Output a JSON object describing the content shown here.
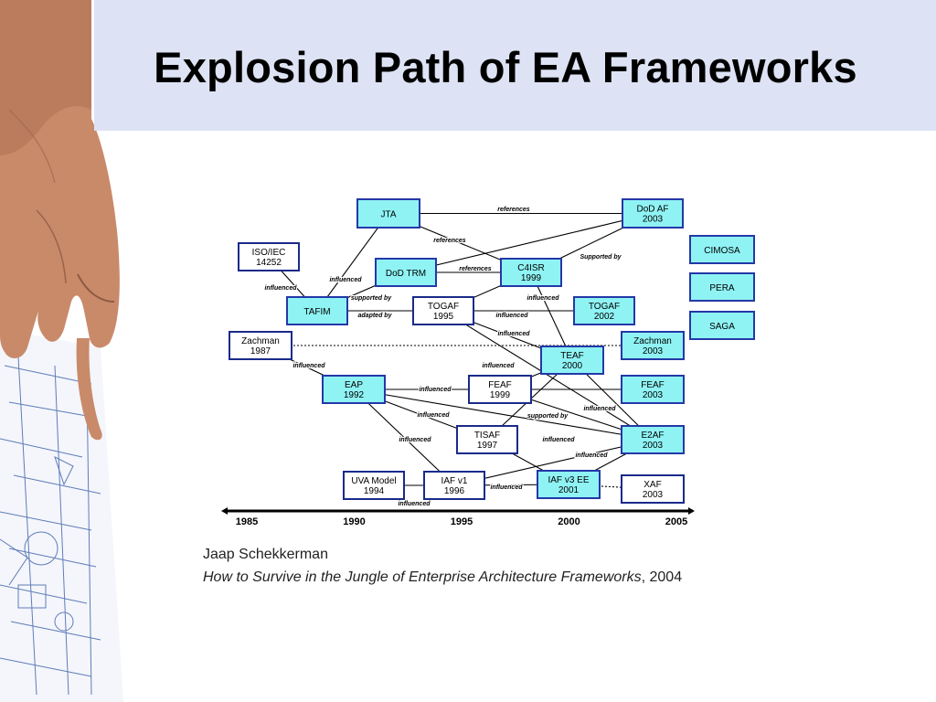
{
  "slide": {
    "title": "Explosion Path of EA Frameworks"
  },
  "citation": {
    "author": "Jaap Schekkerman",
    "work_title": "How to Survive in the Jungle of Enterprise Architecture Frameworks",
    "year_suffix": ", 2004"
  },
  "diagram": {
    "nodes": [
      {
        "id": "jta",
        "lines": [
          "JTA"
        ],
        "style": "cyan"
      },
      {
        "id": "dodaf",
        "lines": [
          "DoD AF",
          "2003"
        ],
        "style": "cyan"
      },
      {
        "id": "cimosa",
        "lines": [
          "CIMOSA"
        ],
        "style": "cyan"
      },
      {
        "id": "pera",
        "lines": [
          "PERA"
        ],
        "style": "cyan"
      },
      {
        "id": "saga",
        "lines": [
          "SAGA"
        ],
        "style": "cyan"
      },
      {
        "id": "isoiec",
        "lines": [
          "ISO/IEC",
          "14252"
        ],
        "style": "white"
      },
      {
        "id": "dodtrm",
        "lines": [
          "DoD TRM"
        ],
        "style": "cyan"
      },
      {
        "id": "c4isr",
        "lines": [
          "C4ISR",
          "1999"
        ],
        "style": "cyan"
      },
      {
        "id": "tafim",
        "lines": [
          "TAFIM"
        ],
        "style": "cyan"
      },
      {
        "id": "togaf1995",
        "lines": [
          "TOGAF",
          "1995"
        ],
        "style": "white"
      },
      {
        "id": "togaf2002",
        "lines": [
          "TOGAF",
          "2002"
        ],
        "style": "cyan"
      },
      {
        "id": "zachman1987",
        "lines": [
          "Zachman",
          "1987"
        ],
        "style": "white"
      },
      {
        "id": "zachman2003",
        "lines": [
          "Zachman",
          "2003"
        ],
        "style": "cyan"
      },
      {
        "id": "teaf",
        "lines": [
          "TEAF",
          "2000"
        ],
        "style": "cyan"
      },
      {
        "id": "eap",
        "lines": [
          "EAP",
          "1992"
        ],
        "style": "cyan"
      },
      {
        "id": "feaf1999",
        "lines": [
          "FEAF",
          "1999"
        ],
        "style": "white"
      },
      {
        "id": "feaf2003",
        "lines": [
          "FEAF",
          "2003"
        ],
        "style": "cyan"
      },
      {
        "id": "tisaf",
        "lines": [
          "TISAF",
          "1997"
        ],
        "style": "white"
      },
      {
        "id": "e2af",
        "lines": [
          "E2AF",
          "2003"
        ],
        "style": "cyan"
      },
      {
        "id": "uva",
        "lines": [
          "UVA Model",
          "1994"
        ],
        "style": "white"
      },
      {
        "id": "iafv1",
        "lines": [
          "IAF v1",
          "1996"
        ],
        "style": "white"
      },
      {
        "id": "iafv3",
        "lines": [
          "IAF v3 EE",
          "2001"
        ],
        "style": "cyan"
      },
      {
        "id": "xaf",
        "lines": [
          "XAF",
          "2003"
        ],
        "style": "white"
      }
    ],
    "edge_labels": [
      {
        "id": "references-top",
        "text": "references"
      },
      {
        "id": "references-mid",
        "text": "references"
      },
      {
        "id": "references-dodtrm",
        "text": "references"
      },
      {
        "id": "supported-by-dodaf",
        "text": "Supported by"
      },
      {
        "id": "influenced-jta",
        "text": "influenced"
      },
      {
        "id": "influenced-iso",
        "text": "influenced"
      },
      {
        "id": "supported-by-togaf",
        "text": "supported by"
      },
      {
        "id": "adapted-by",
        "text": "adapted by"
      },
      {
        "id": "influenced-c4isr",
        "text": "influenced"
      },
      {
        "id": "influenced-togaf",
        "text": "influenced"
      },
      {
        "id": "influenced-togaf-b",
        "text": "influenced"
      },
      {
        "id": "influenced-zachman",
        "text": "influenced"
      },
      {
        "id": "influenced-teaf",
        "text": "influenced"
      },
      {
        "id": "influenced-eap-feaf",
        "text": "influenced"
      },
      {
        "id": "influenced-feaf-e2af",
        "text": "influenced"
      },
      {
        "id": "influenced-eap-tisaf",
        "text": "influenced"
      },
      {
        "id": "supported-by-feaf",
        "text": "supported by"
      },
      {
        "id": "influenced-eap-iaf",
        "text": "influenced"
      },
      {
        "id": "influenced-tisaf",
        "text": "influenced"
      },
      {
        "id": "influenced-iafv3-e2af",
        "text": "influenced"
      },
      {
        "id": "influenced-iafv1",
        "text": "influenced"
      },
      {
        "id": "influenced-uva",
        "text": "influenced"
      }
    ],
    "timeline": {
      "ticks": [
        "1985",
        "1990",
        "1995",
        "2000",
        "2005"
      ]
    }
  }
}
